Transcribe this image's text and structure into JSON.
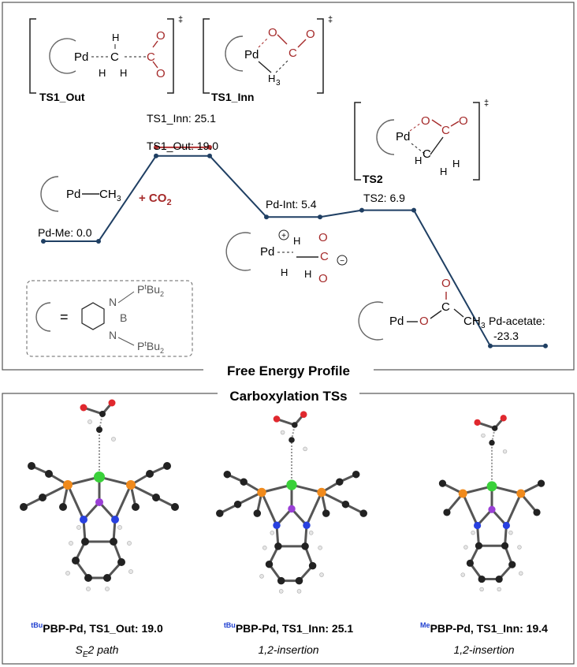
{
  "profile": {
    "title": "Free Energy Profile",
    "points": [
      {
        "id": "pdme",
        "label": "Pd-Me: 0.0",
        "energy": 0.0
      },
      {
        "id": "ts1out",
        "label": "TS1_Out: 19.0",
        "energy": 19.0
      },
      {
        "id": "ts1inn",
        "label": "TS1_Inn: 25.1",
        "energy": 25.1
      },
      {
        "id": "pdint",
        "label": "Pd-Int: 5.4",
        "energy": 5.4
      },
      {
        "id": "ts2",
        "label": "TS2: 6.9",
        "energy": 6.9
      },
      {
        "id": "pdac",
        "label": "Pd-acetate:",
        "label2": "-23.3",
        "energy": -23.3
      }
    ],
    "co2_label": "+ CO",
    "co2_sub": "2",
    "colors": {
      "path": "#1f3f63",
      "alt": "#b03030",
      "oxygen": "#a52a2a"
    }
  },
  "structures": {
    "ts1_out": {
      "name": "TS1_Out",
      "dagger": "‡"
    },
    "ts1_inn": {
      "name": "TS1_Inn",
      "dagger": "‡"
    },
    "ts2": {
      "name": "TS2",
      "dagger": "‡"
    },
    "pd": "Pd",
    "ch3": "CH",
    "sub3": "3",
    "c": "C",
    "o": "O",
    "h": "H",
    "legend": {
      "eq": "=",
      "n": "N",
      "b": "B",
      "ptbu_p": "P",
      "ptbu_t": "t",
      "ptbu_bu": "Bu",
      "ptbu_2": "2"
    }
  },
  "bottom": {
    "title": "Carboxylation TSs",
    "panels": [
      {
        "sup": "tBu",
        "text": "PBP-Pd, TS1_Out: 19.0",
        "caption_main": "S",
        "caption_sub": "E",
        "caption_rest": "2 path"
      },
      {
        "sup": "tBu",
        "text": "PBP-Pd, TS1_Inn: 25.1",
        "caption_main": "1,2-insertion",
        "caption_sub": "",
        "caption_rest": ""
      },
      {
        "sup": "Me",
        "text": "PBP-Pd, TS1_Inn: 19.4",
        "caption_main": "1,2-insertion",
        "caption_sub": "",
        "caption_rest": ""
      }
    ]
  }
}
